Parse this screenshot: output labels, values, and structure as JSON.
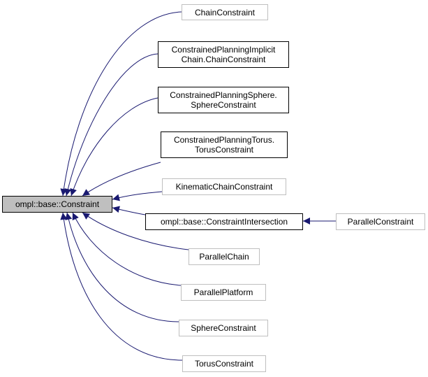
{
  "diagram": {
    "root": {
      "label": "ompl::base::Constraint"
    },
    "nodes": [
      {
        "id": "n1",
        "lines": [
          "ChainConstraint"
        ]
      },
      {
        "id": "n2",
        "lines": [
          "ConstrainedPlanningImplicit",
          "Chain.ChainConstraint"
        ]
      },
      {
        "id": "n3",
        "lines": [
          "ConstrainedPlanningSphere.",
          "SphereConstraint"
        ]
      },
      {
        "id": "n4",
        "lines": [
          "ConstrainedPlanningTorus.",
          "TorusConstraint"
        ]
      },
      {
        "id": "n5",
        "lines": [
          "KinematicChainConstraint"
        ]
      },
      {
        "id": "n6",
        "lines": [
          "ompl::base::ConstraintIntersection"
        ]
      },
      {
        "id": "n7",
        "lines": [
          "ParallelConstraint"
        ]
      },
      {
        "id": "n8",
        "lines": [
          "ParallelChain"
        ]
      },
      {
        "id": "n9",
        "lines": [
          "ParallelPlatform"
        ]
      },
      {
        "id": "n10",
        "lines": [
          "SphereConstraint"
        ]
      },
      {
        "id": "n11",
        "lines": [
          "TorusConstraint"
        ]
      }
    ],
    "edges": [
      {
        "from": "n1",
        "to": "root"
      },
      {
        "from": "n2",
        "to": "root"
      },
      {
        "from": "n3",
        "to": "root"
      },
      {
        "from": "n4",
        "to": "root"
      },
      {
        "from": "n5",
        "to": "root"
      },
      {
        "from": "n6",
        "to": "root"
      },
      {
        "from": "n7",
        "to": "n6"
      },
      {
        "from": "n8",
        "to": "root"
      },
      {
        "from": "n9",
        "to": "root"
      },
      {
        "from": "n10",
        "to": "root"
      },
      {
        "from": "n11",
        "to": "root"
      }
    ],
    "colors": {
      "edge": "#191970",
      "root_fill": "#bfbfbf",
      "grey_border": "#bfbfbf",
      "black_border": "#000000"
    }
  }
}
